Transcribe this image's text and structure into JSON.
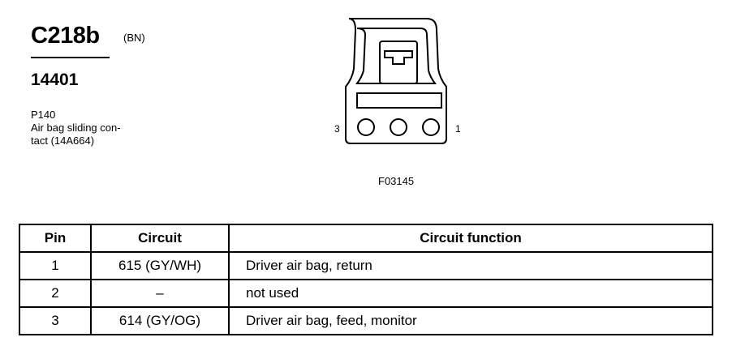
{
  "connector": {
    "id": "C218b",
    "color_code": "(BN)",
    "part_number": "14401",
    "description_lines": [
      "P140",
      "Air bag sliding con-",
      "tact (14A664)"
    ]
  },
  "diagram": {
    "pin_label_left": "3",
    "pin_label_right": "1",
    "figure_number": "F03145"
  },
  "table": {
    "headers": [
      "Pin",
      "Circuit",
      "Circuit function"
    ],
    "rows": [
      {
        "pin": "1",
        "circuit": "615 (GY/WH)",
        "function": "Driver air bag, return"
      },
      {
        "pin": "2",
        "circuit": "–",
        "function": "not used"
      },
      {
        "pin": "3",
        "circuit": "614 (GY/OG)",
        "function": "Driver air bag, feed, monitor"
      }
    ]
  }
}
